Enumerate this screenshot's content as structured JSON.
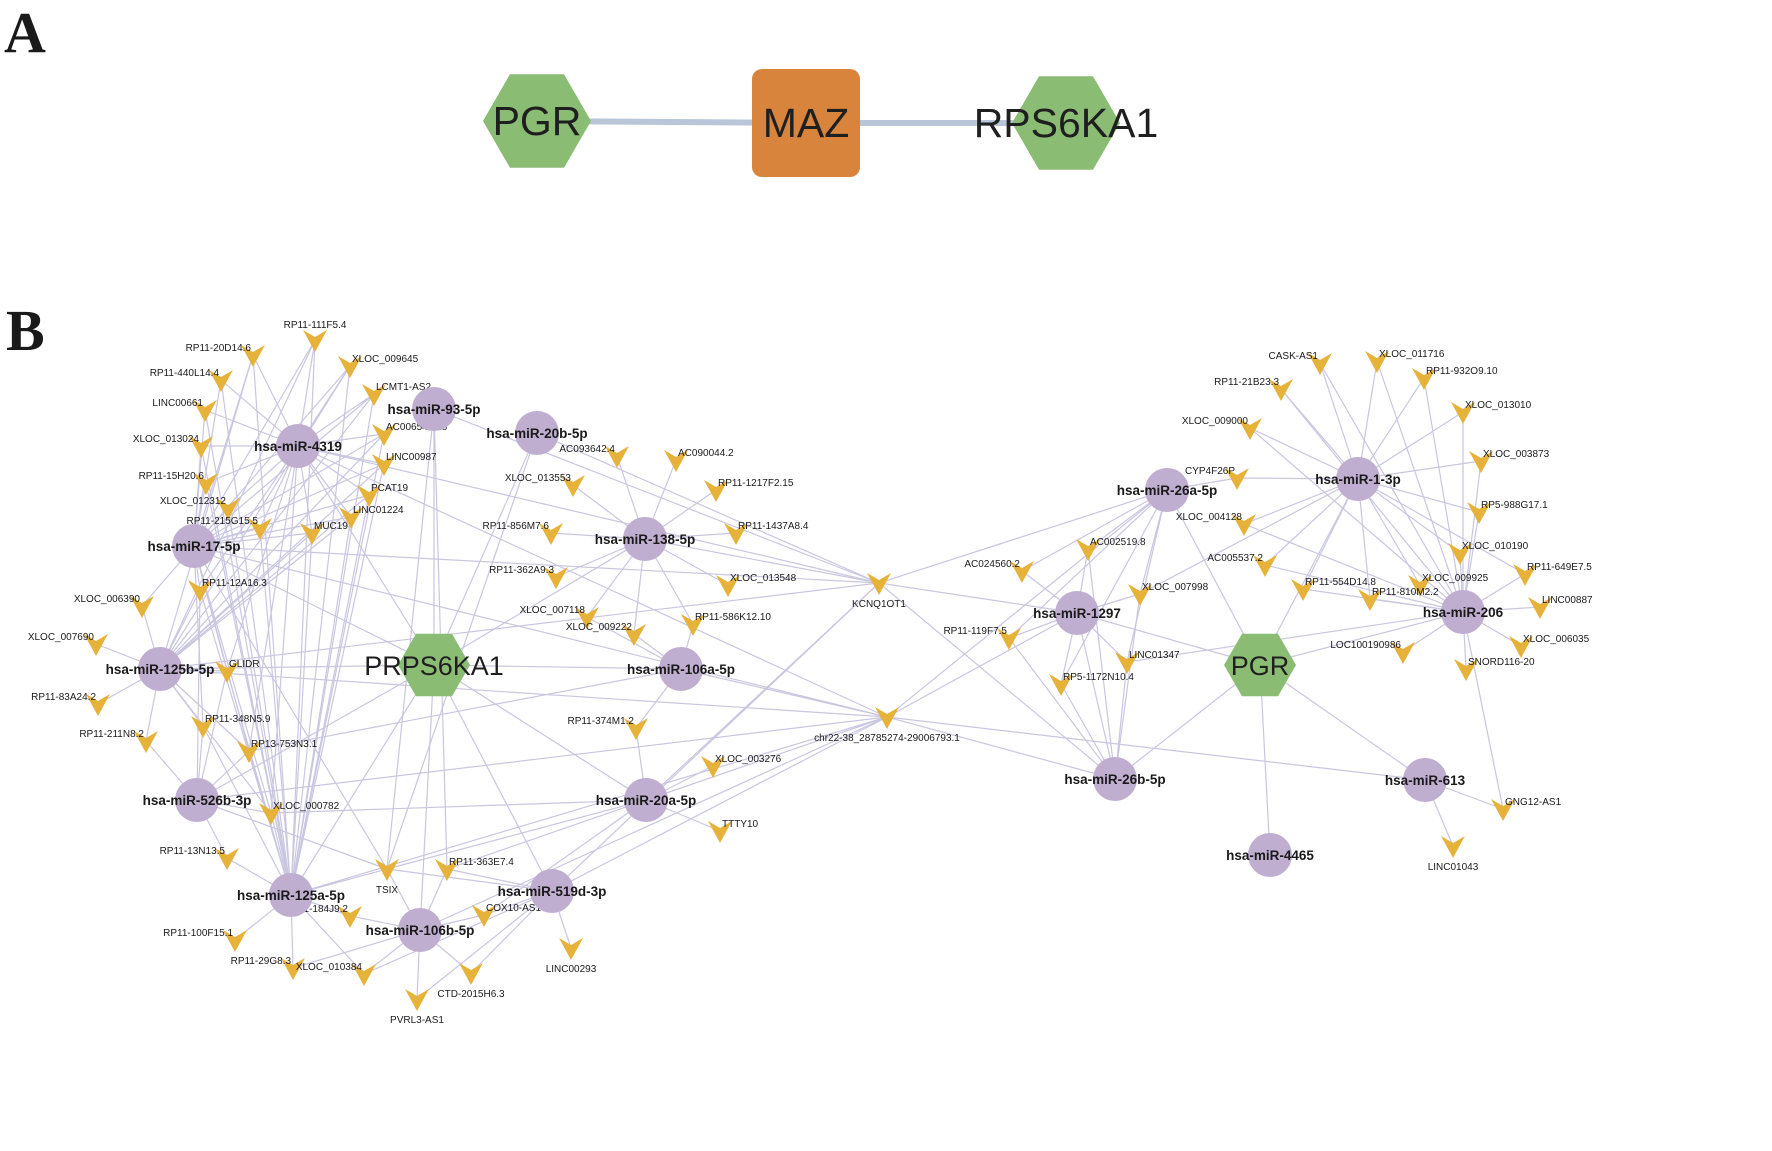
{
  "panels": {
    "a": "A",
    "b": "B"
  },
  "colors": {
    "mirna": "#c0aed1",
    "lncrna": "#e7b23a",
    "mrna": "#8bbc73",
    "tf": "#d9843c",
    "edge": "#c9c6e0"
  },
  "panel_a": {
    "nodes": [
      {
        "id": "PGR",
        "label": "PGR",
        "shape": "hexagon"
      },
      {
        "id": "MAZ",
        "label": "MAZ",
        "shape": "rounded-square"
      },
      {
        "id": "RPS6KA1",
        "label": "RPS6KA1",
        "shape": "hexagon"
      }
    ],
    "edges": [
      [
        "PGR",
        "MAZ"
      ],
      [
        "MAZ",
        "RPS6KA1"
      ]
    ]
  },
  "panel_b": {
    "mrna": [
      {
        "id": "PRPS6KA1",
        "label": "PRPS6KA1"
      },
      {
        "id": "PGR2",
        "label": "PGR"
      }
    ],
    "mirna": [
      {
        "id": "m4319",
        "label": "hsa-miR-4319"
      },
      {
        "id": "m93",
        "label": "hsa-miR-93-5p"
      },
      {
        "id": "m20b",
        "label": "hsa-miR-20b-5p"
      },
      {
        "id": "m17",
        "label": "hsa-miR-17-5p"
      },
      {
        "id": "m138",
        "label": "hsa-miR-138-5p"
      },
      {
        "id": "m125b",
        "label": "hsa-miR-125b-5p"
      },
      {
        "id": "m106a",
        "label": "hsa-miR-106a-5p"
      },
      {
        "id": "m526b",
        "label": "hsa-miR-526b-3p"
      },
      {
        "id": "m20a",
        "label": "hsa-miR-20a-5p"
      },
      {
        "id": "m125a",
        "label": "hsa-miR-125a-5p"
      },
      {
        "id": "m519d",
        "label": "hsa-miR-519d-3p"
      },
      {
        "id": "m106b",
        "label": "hsa-miR-106b-5p"
      },
      {
        "id": "m26a",
        "label": "hsa-miR-26a-5p"
      },
      {
        "id": "m1_3p",
        "label": "hsa-miR-1-3p"
      },
      {
        "id": "m1297",
        "label": "hsa-miR-1297"
      },
      {
        "id": "m206",
        "label": "hsa-miR-206"
      },
      {
        "id": "m26b",
        "label": "hsa-miR-26b-5p"
      },
      {
        "id": "m613",
        "label": "hsa-miR-613"
      },
      {
        "id": "m4465",
        "label": "hsa-miR-4465"
      }
    ],
    "lncrna": [
      {
        "id": "l1",
        "label": "RP11-111F5.4"
      },
      {
        "id": "l2",
        "label": "RP11-20D14.6"
      },
      {
        "id": "l3",
        "label": "XLOC_009645"
      },
      {
        "id": "l4",
        "label": "RP11-440L14.4"
      },
      {
        "id": "l5",
        "label": "LCMT1-AS2"
      },
      {
        "id": "l6",
        "label": "LINC00661"
      },
      {
        "id": "l7",
        "label": "AC006548.28"
      },
      {
        "id": "l8",
        "label": "XLOC_013024"
      },
      {
        "id": "l9",
        "label": "LINC00987"
      },
      {
        "id": "l10",
        "label": "RP11-15H20.6"
      },
      {
        "id": "l11",
        "label": "PCAT19"
      },
      {
        "id": "l12",
        "label": "XLOC_012312"
      },
      {
        "id": "l13",
        "label": "LINC01224"
      },
      {
        "id": "l14",
        "label": "RP11-215G15.5"
      },
      {
        "id": "l15",
        "label": "MUC19"
      },
      {
        "id": "l16",
        "label": "XLOC_006390"
      },
      {
        "id": "l17",
        "label": "RP11-12A16.3"
      },
      {
        "id": "l18",
        "label": "XLOC_007690"
      },
      {
        "id": "l19",
        "label": "GLIDR"
      },
      {
        "id": "l20",
        "label": "RP11-83A24.2"
      },
      {
        "id": "l21",
        "label": "RP11-348N5.9"
      },
      {
        "id": "l22",
        "label": "RP11-211N8.2"
      },
      {
        "id": "l23",
        "label": "RP13-753N3.1"
      },
      {
        "id": "l24",
        "label": "XLOC_000782"
      },
      {
        "id": "l25",
        "label": "RP11-13N13.5"
      },
      {
        "id": "l26",
        "label": "TSIX"
      },
      {
        "id": "l27",
        "label": "RP11-363E7.4"
      },
      {
        "id": "l28",
        "label": "RP1-184J9.2"
      },
      {
        "id": "l29",
        "label": "COX10-AS1"
      },
      {
        "id": "l30",
        "label": "RP11-100F15.1"
      },
      {
        "id": "l31",
        "label": "LINC00293"
      },
      {
        "id": "l32",
        "label": "RP11-29G8.3"
      },
      {
        "id": "l33",
        "label": "XLOC_010384"
      },
      {
        "id": "l34",
        "label": "CTD-2015H6.3"
      },
      {
        "id": "l35",
        "label": "PVRL3-AS1"
      },
      {
        "id": "l36",
        "label": "AC093642.4"
      },
      {
        "id": "l37",
        "label": "AC090044.2"
      },
      {
        "id": "l38",
        "label": "XLOC_013553"
      },
      {
        "id": "l39",
        "label": "RP11-1217F2.15"
      },
      {
        "id": "l40",
        "label": "RP11-856M7.6"
      },
      {
        "id": "l41",
        "label": "RP11-1437A8.4"
      },
      {
        "id": "l42",
        "label": "RP11-362A9.3"
      },
      {
        "id": "l43",
        "label": "XLOC_013548"
      },
      {
        "id": "l44",
        "label": "XLOC_007118"
      },
      {
        "id": "l45",
        "label": "XLOC_009222"
      },
      {
        "id": "l46",
        "label": "RP11-586K12.10"
      },
      {
        "id": "l47",
        "label": "RP11-374M1.2"
      },
      {
        "id": "l48",
        "label": "XLOC_003276"
      },
      {
        "id": "l49",
        "label": "TTTY10"
      },
      {
        "id": "l50",
        "label": "KCNQ1OT1"
      },
      {
        "id": "l51",
        "label": "chr22-38_28785274-29006793.1"
      },
      {
        "id": "l52",
        "label": "AC002519.8"
      },
      {
        "id": "l53",
        "label": "AC024560.2"
      },
      {
        "id": "l54",
        "label": "XLOC_007998"
      },
      {
        "id": "l55",
        "label": "RP11-119F7.5"
      },
      {
        "id": "l56",
        "label": "LINC01347"
      },
      {
        "id": "l57",
        "label": "RP5-1172N10.4"
      },
      {
        "id": "l58",
        "label": "CYP4F26P"
      },
      {
        "id": "l59",
        "label": "CASK-AS1"
      },
      {
        "id": "l60",
        "label": "XLOC_011716"
      },
      {
        "id": "l61",
        "label": "RP11-21B23.3"
      },
      {
        "id": "l62",
        "label": "RP11-932O9.10"
      },
      {
        "id": "l63",
        "label": "XLOC_013010"
      },
      {
        "id": "l64",
        "label": "XLOC_009000"
      },
      {
        "id": "l65",
        "label": "XLOC_003873"
      },
      {
        "id": "l66",
        "label": "RP5-988G17.1"
      },
      {
        "id": "l67",
        "label": "XLOC_004128"
      },
      {
        "id": "l68",
        "label": "XLOC_010190"
      },
      {
        "id": "l69",
        "label": "AC005537.2"
      },
      {
        "id": "l70",
        "label": "RP11-649E7.5"
      },
      {
        "id": "l71",
        "label": "RP11-554D14.8"
      },
      {
        "id": "l72",
        "label": "XLOC_009925"
      },
      {
        "id": "l73",
        "label": "RP11-810M2.2"
      },
      {
        "id": "l74",
        "label": "LINC00887"
      },
      {
        "id": "l75",
        "label": "LOC100190986"
      },
      {
        "id": "l76",
        "label": "XLOC_006035"
      },
      {
        "id": "l77",
        "label": "SNORD116-20"
      },
      {
        "id": "l78",
        "label": "GNG12-AS1"
      },
      {
        "id": "l79",
        "label": "LINC01043"
      }
    ]
  }
}
